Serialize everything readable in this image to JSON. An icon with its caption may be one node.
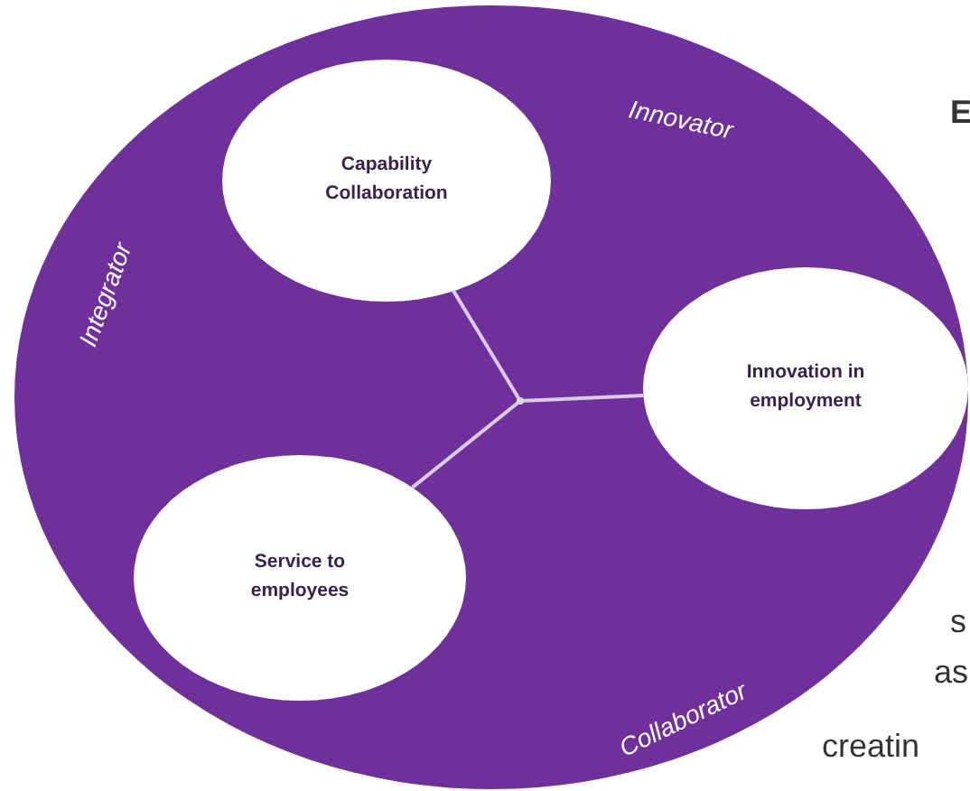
{
  "diagram": {
    "nodes": [
      {
        "text": [
          "Innovator",
          "Integrator",
          "Collaborator"
        ]
      },
      {
        "text": [
          "Capability Collaboration"
        ],
        "in": 0
      },
      {
        "text": [
          "Innovation in employment"
        ],
        "in": 0
      },
      {
        "text": [
          "Service to employees"
        ],
        "in": 0
      },
      {
        "text": [],
        "shape": "point",
        "in": 0
      }
    ],
    "edges": [
      {
        "from": 1,
        "to": 4,
        "arrow": "none"
      },
      {
        "from": 2,
        "to": 4,
        "arrow": "none"
      },
      {
        "from": 3,
        "to": 4,
        "arrow": "none"
      }
    ],
    "labels": [
      "E",
      "s",
      "as",
      "creatin"
    ]
  }
}
